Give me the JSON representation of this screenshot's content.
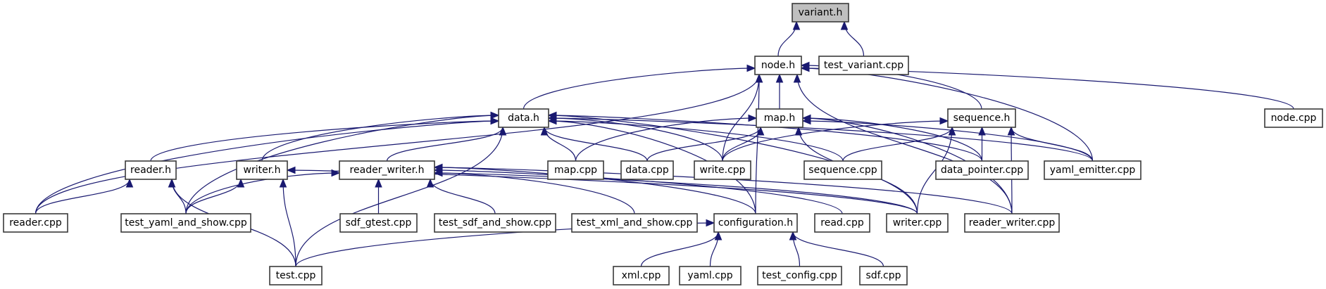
{
  "diagram": {
    "title": "variant.h include dependency graph",
    "colors": {
      "edge": "#191970",
      "root_fill": "#bfbfbf",
      "node_fill": "#ffffff",
      "node_border": "#3a3a3a"
    },
    "nodes": [
      {
        "id": "variant_h",
        "label": "variant.h",
        "root": true,
        "row": 0
      },
      {
        "id": "node_h",
        "label": "node.h",
        "row": 1
      },
      {
        "id": "test_variant_cpp",
        "label": "test_variant.cpp",
        "row": 1
      },
      {
        "id": "data_h",
        "label": "data.h",
        "row": 2
      },
      {
        "id": "map_h",
        "label": "map.h",
        "row": 2
      },
      {
        "id": "sequence_h",
        "label": "sequence.h",
        "row": 2
      },
      {
        "id": "node_cpp",
        "label": "node.cpp",
        "row": 2
      },
      {
        "id": "reader_h",
        "label": "reader.h",
        "row": 3
      },
      {
        "id": "writer_h",
        "label": "writer.h",
        "row": 3
      },
      {
        "id": "reader_writer_h",
        "label": "reader_writer.h",
        "row": 3
      },
      {
        "id": "map_cpp",
        "label": "map.cpp",
        "row": 3
      },
      {
        "id": "data_cpp",
        "label": "data.cpp",
        "row": 3
      },
      {
        "id": "write_cpp",
        "label": "write.cpp",
        "row": 3
      },
      {
        "id": "sequence_cpp",
        "label": "sequence.cpp",
        "row": 3
      },
      {
        "id": "data_pointer_cpp",
        "label": "data_pointer.cpp",
        "row": 3
      },
      {
        "id": "yaml_emitter_cpp",
        "label": "yaml_emitter.cpp",
        "row": 3
      },
      {
        "id": "reader_cpp",
        "label": "reader.cpp",
        "row": 4
      },
      {
        "id": "test_yaml_and_show_cpp",
        "label": "test_yaml_and_show.cpp",
        "row": 4
      },
      {
        "id": "sdf_gtest_cpp",
        "label": "sdf_gtest.cpp",
        "row": 4
      },
      {
        "id": "test_sdf_and_show_cpp",
        "label": "test_sdf_and_show.cpp",
        "row": 4
      },
      {
        "id": "test_xml_and_show_cpp",
        "label": "test_xml_and_show.cpp",
        "row": 4
      },
      {
        "id": "configuration_h",
        "label": "configuration.h",
        "row": 4
      },
      {
        "id": "read_cpp",
        "label": "read.cpp",
        "row": 4
      },
      {
        "id": "writer_cpp",
        "label": "writer.cpp",
        "row": 4
      },
      {
        "id": "reader_writer_cpp",
        "label": "reader_writer.cpp",
        "row": 4
      },
      {
        "id": "test_cpp",
        "label": "test.cpp",
        "row": 5
      },
      {
        "id": "xml_cpp",
        "label": "xml.cpp",
        "row": 5
      },
      {
        "id": "yaml_cpp",
        "label": "yaml.cpp",
        "row": 5
      },
      {
        "id": "test_config_cpp",
        "label": "test_config.cpp",
        "row": 5
      },
      {
        "id": "sdf_cpp",
        "label": "sdf.cpp",
        "row": 5
      }
    ],
    "edges": [
      [
        "node_h",
        "variant_h"
      ],
      [
        "test_variant_cpp",
        "variant_h"
      ],
      [
        "data_h",
        "node_h"
      ],
      [
        "map_h",
        "node_h"
      ],
      [
        "sequence_h",
        "node_h"
      ],
      [
        "node_cpp",
        "node_h"
      ],
      [
        "reader_cpp",
        "node_h"
      ],
      [
        "write_cpp",
        "node_h"
      ],
      [
        "yaml_emitter_cpp",
        "node_h"
      ],
      [
        "configuration_h",
        "node_h"
      ],
      [
        "reader_writer_cpp",
        "node_h"
      ],
      [
        "reader_h",
        "data_h"
      ],
      [
        "writer_h",
        "data_h"
      ],
      [
        "reader_writer_h",
        "data_h"
      ],
      [
        "map_cpp",
        "data_h"
      ],
      [
        "data_cpp",
        "data_h"
      ],
      [
        "write_cpp",
        "data_h"
      ],
      [
        "sequence_cpp",
        "data_h"
      ],
      [
        "data_pointer_cpp",
        "data_h"
      ],
      [
        "yaml_emitter_cpp",
        "data_h"
      ],
      [
        "reader_cpp",
        "data_h"
      ],
      [
        "test_yaml_and_show_cpp",
        "data_h"
      ],
      [
        "test_cpp",
        "data_h"
      ],
      [
        "configuration_h",
        "data_h"
      ],
      [
        "writer_cpp",
        "data_h"
      ],
      [
        "map_cpp",
        "map_h"
      ],
      [
        "data_cpp",
        "map_h"
      ],
      [
        "write_cpp",
        "map_h"
      ],
      [
        "data_pointer_cpp",
        "map_h"
      ],
      [
        "yaml_emitter_cpp",
        "map_h"
      ],
      [
        "writer_cpp",
        "map_h"
      ],
      [
        "reader_writer_cpp",
        "map_h"
      ],
      [
        "write_cpp",
        "sequence_h"
      ],
      [
        "sequence_cpp",
        "sequence_h"
      ],
      [
        "data_pointer_cpp",
        "sequence_h"
      ],
      [
        "yaml_emitter_cpp",
        "sequence_h"
      ],
      [
        "writer_cpp",
        "sequence_h"
      ],
      [
        "reader_writer_cpp",
        "sequence_h"
      ],
      [
        "reader_cpp",
        "reader_h"
      ],
      [
        "test_yaml_and_show_cpp",
        "reader_h"
      ],
      [
        "test_cpp",
        "reader_h"
      ],
      [
        "test_yaml_and_show_cpp",
        "writer_h"
      ],
      [
        "test_cpp",
        "writer_h"
      ],
      [
        "writer_cpp",
        "writer_h"
      ],
      [
        "test_yaml_and_show_cpp",
        "reader_writer_h"
      ],
      [
        "sdf_gtest_cpp",
        "reader_writer_h"
      ],
      [
        "test_sdf_and_show_cpp",
        "reader_writer_h"
      ],
      [
        "test_xml_and_show_cpp",
        "reader_writer_h"
      ],
      [
        "configuration_h",
        "reader_writer_h"
      ],
      [
        "read_cpp",
        "reader_writer_h"
      ],
      [
        "writer_cpp",
        "reader_writer_h"
      ],
      [
        "reader_writer_cpp",
        "reader_writer_h"
      ],
      [
        "test_cpp",
        "configuration_h"
      ],
      [
        "xml_cpp",
        "configuration_h"
      ],
      [
        "yaml_cpp",
        "configuration_h"
      ],
      [
        "test_config_cpp",
        "configuration_h"
      ],
      [
        "sdf_cpp",
        "configuration_h"
      ]
    ]
  }
}
